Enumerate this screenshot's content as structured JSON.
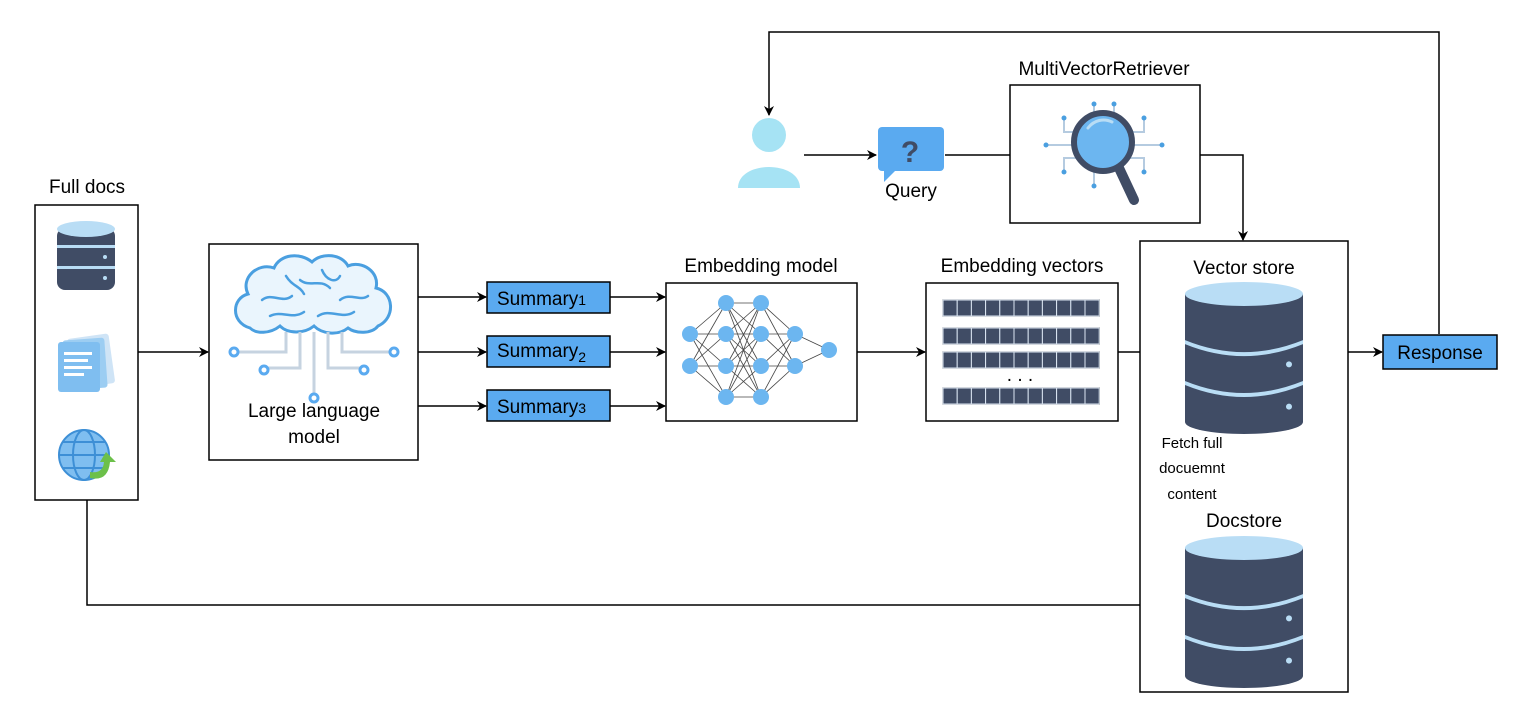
{
  "colors": {
    "accent_blue": "#5aaaf0",
    "node_blue": "#6cb6f0",
    "db_dark": "#404c65",
    "db_light": "#b9ddf5",
    "vector_cell": "#404c65",
    "brain_blue": "#5fb3ec",
    "user_blue": "#a6e3f4"
  },
  "labels": {
    "full_docs": "Full docs",
    "llm_line1": "Large language",
    "llm_line2": "model",
    "summary1": "Summary",
    "summary1_sub": "1",
    "summary2": "Summary",
    "summary2_sub": "2",
    "summary3": "Summary",
    "summary3_sub": "3",
    "embedding_model": "Embedding model",
    "embedding_vectors": "Embedding vectors",
    "vector_dots": ". . .",
    "vector_store": "Vector store",
    "docstore": "Docstore",
    "fetch_line1": "Fetch full",
    "fetch_line2": "docuemnt",
    "fetch_line3": "content",
    "multi_vector_retriever": "MultiVectorRetriever",
    "query": "Query",
    "query_mark": "?",
    "response": "Response"
  },
  "icons": {
    "full_docs": [
      "database-icon",
      "documents-icon",
      "globe-icon"
    ],
    "llm": "brain-circuit-icon",
    "retriever": "magnifier-circuit-icon",
    "user": "user-icon",
    "query": "question-bubble-icon",
    "stores": "database-icon"
  }
}
